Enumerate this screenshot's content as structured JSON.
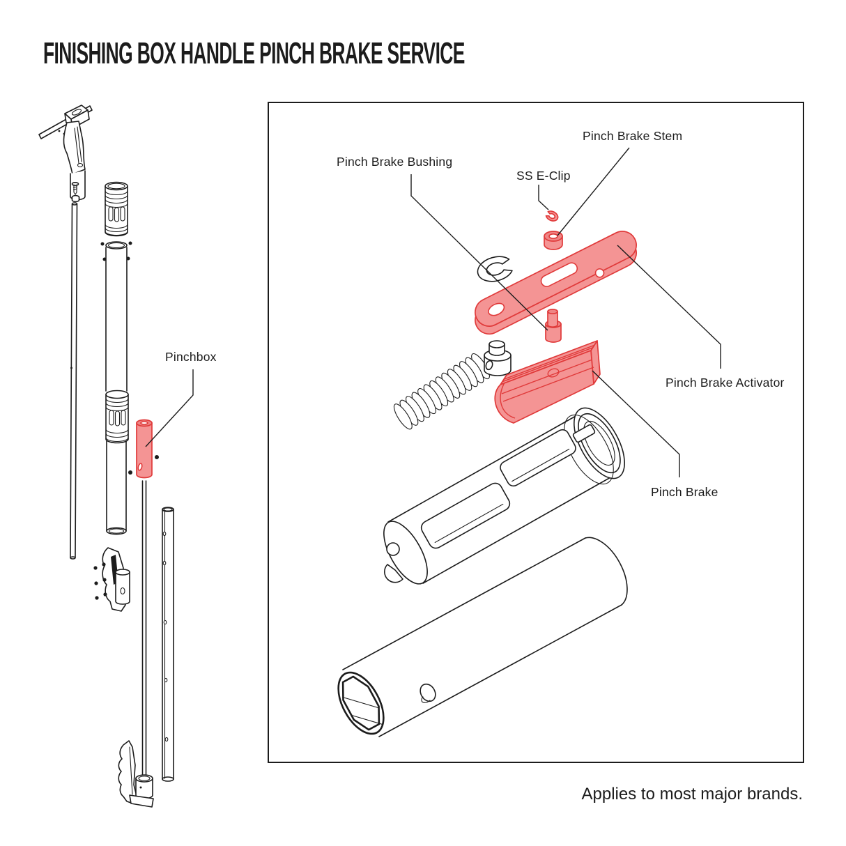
{
  "title": "FINISHING BOX HANDLE PINCH BRAKE SERVICE",
  "footnote": "Applies to most major brands.",
  "colors": {
    "background": "#ffffff",
    "line": "#1c1c1c",
    "highlight_fill": "#f49494",
    "highlight_top": "#ee8585",
    "highlight_stroke": "#e03a3a",
    "text": "#1c1c1c"
  },
  "overview": {
    "pinchbox_label": "Pinchbox",
    "parts": [
      "finishing-box-head",
      "pole-screw",
      "pole-nut",
      "push-rod",
      "knurled-grip-upper",
      "pole-tube",
      "knurled-grip-lower",
      "pinchbox",
      "clamp-bracket",
      "extension-tube",
      "brake-lever"
    ]
  },
  "detail_panel": {
    "labels": {
      "bushing": "Pinch Brake Bushing",
      "eclip": "SS E-Clip",
      "stem": "Pinch Brake Stem",
      "activator": "Pinch Brake Activator",
      "brake": "Pinch Brake"
    },
    "parts": [
      "ss-e-clip",
      "pinch-brake-stem",
      "e-clip",
      "pinch-brake-activator",
      "pinch-brake-bushing",
      "return-spring",
      "bushing-cylinder",
      "pinch-brake",
      "handle-body",
      "handle-grip"
    ]
  }
}
